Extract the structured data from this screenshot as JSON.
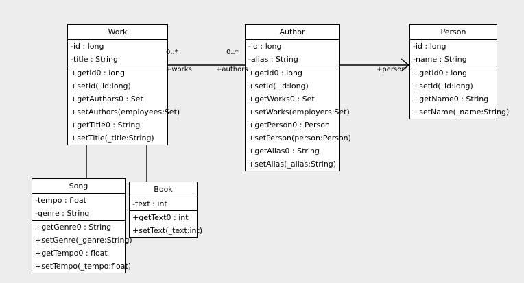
{
  "diagram": {
    "type": "uml-class-diagram",
    "background_color": "#ededed",
    "line_color": "#000000",
    "class_fill_color": "#ffffff",
    "classes": [
      {
        "id": "work",
        "name": "Work",
        "attributes": [
          "-id : long",
          "-title : String"
        ],
        "operations": [
          "+getId0 : long",
          "+setId(_id:long)",
          "+getAuthors0 : Set",
          "+setAuthors(employees:Set)",
          "+getTitle0 : String",
          "+setTitle(_title:String)"
        ]
      },
      {
        "id": "author",
        "name": "Author",
        "attributes": [
          "-id : long",
          "-alias : String"
        ],
        "operations": [
          "+getId0 : long",
          "+setId(_id:long)",
          "+getWorks0 : Set",
          "+setWorks(employers:Set)",
          "+getPerson0 : Person",
          "+setPerson(person:Person)",
          "+getAlias0 : String",
          "+setAlias(_alias:String)"
        ]
      },
      {
        "id": "person",
        "name": "Person",
        "attributes": [
          "-id : long",
          "-name : String"
        ],
        "operations": [
          "+getId0 : long",
          "+setId(_id:long)",
          "+getName0 : String",
          "+setName(_name:String)"
        ]
      },
      {
        "id": "song",
        "name": "Song",
        "attributes": [
          "-tempo : float",
          "-genre : String"
        ],
        "operations": [
          "+getGenre0 : String",
          "+setGenre(_genre:String)",
          "+getTempo0 : float",
          "+setTempo(_tempo:float)"
        ]
      },
      {
        "id": "book",
        "name": "Book",
        "attributes": [
          "-text : int"
        ],
        "operations": [
          "+getText0 : int",
          "+setText(_text:int)"
        ]
      }
    ],
    "associations": [
      {
        "id": "work-author",
        "source": "work",
        "target": "author",
        "source_multiplicity": "0..*",
        "target_multiplicity": "0..*",
        "source_role": "+works",
        "target_role": "+authors"
      },
      {
        "id": "author-person",
        "source": "author",
        "target": "person",
        "target_role": "+person",
        "arrow": "open"
      }
    ],
    "generalizations": [
      {
        "id": "song-work",
        "subclass": "song",
        "superclass": "work"
      },
      {
        "id": "book-work",
        "subclass": "book",
        "superclass": "work"
      }
    ]
  }
}
